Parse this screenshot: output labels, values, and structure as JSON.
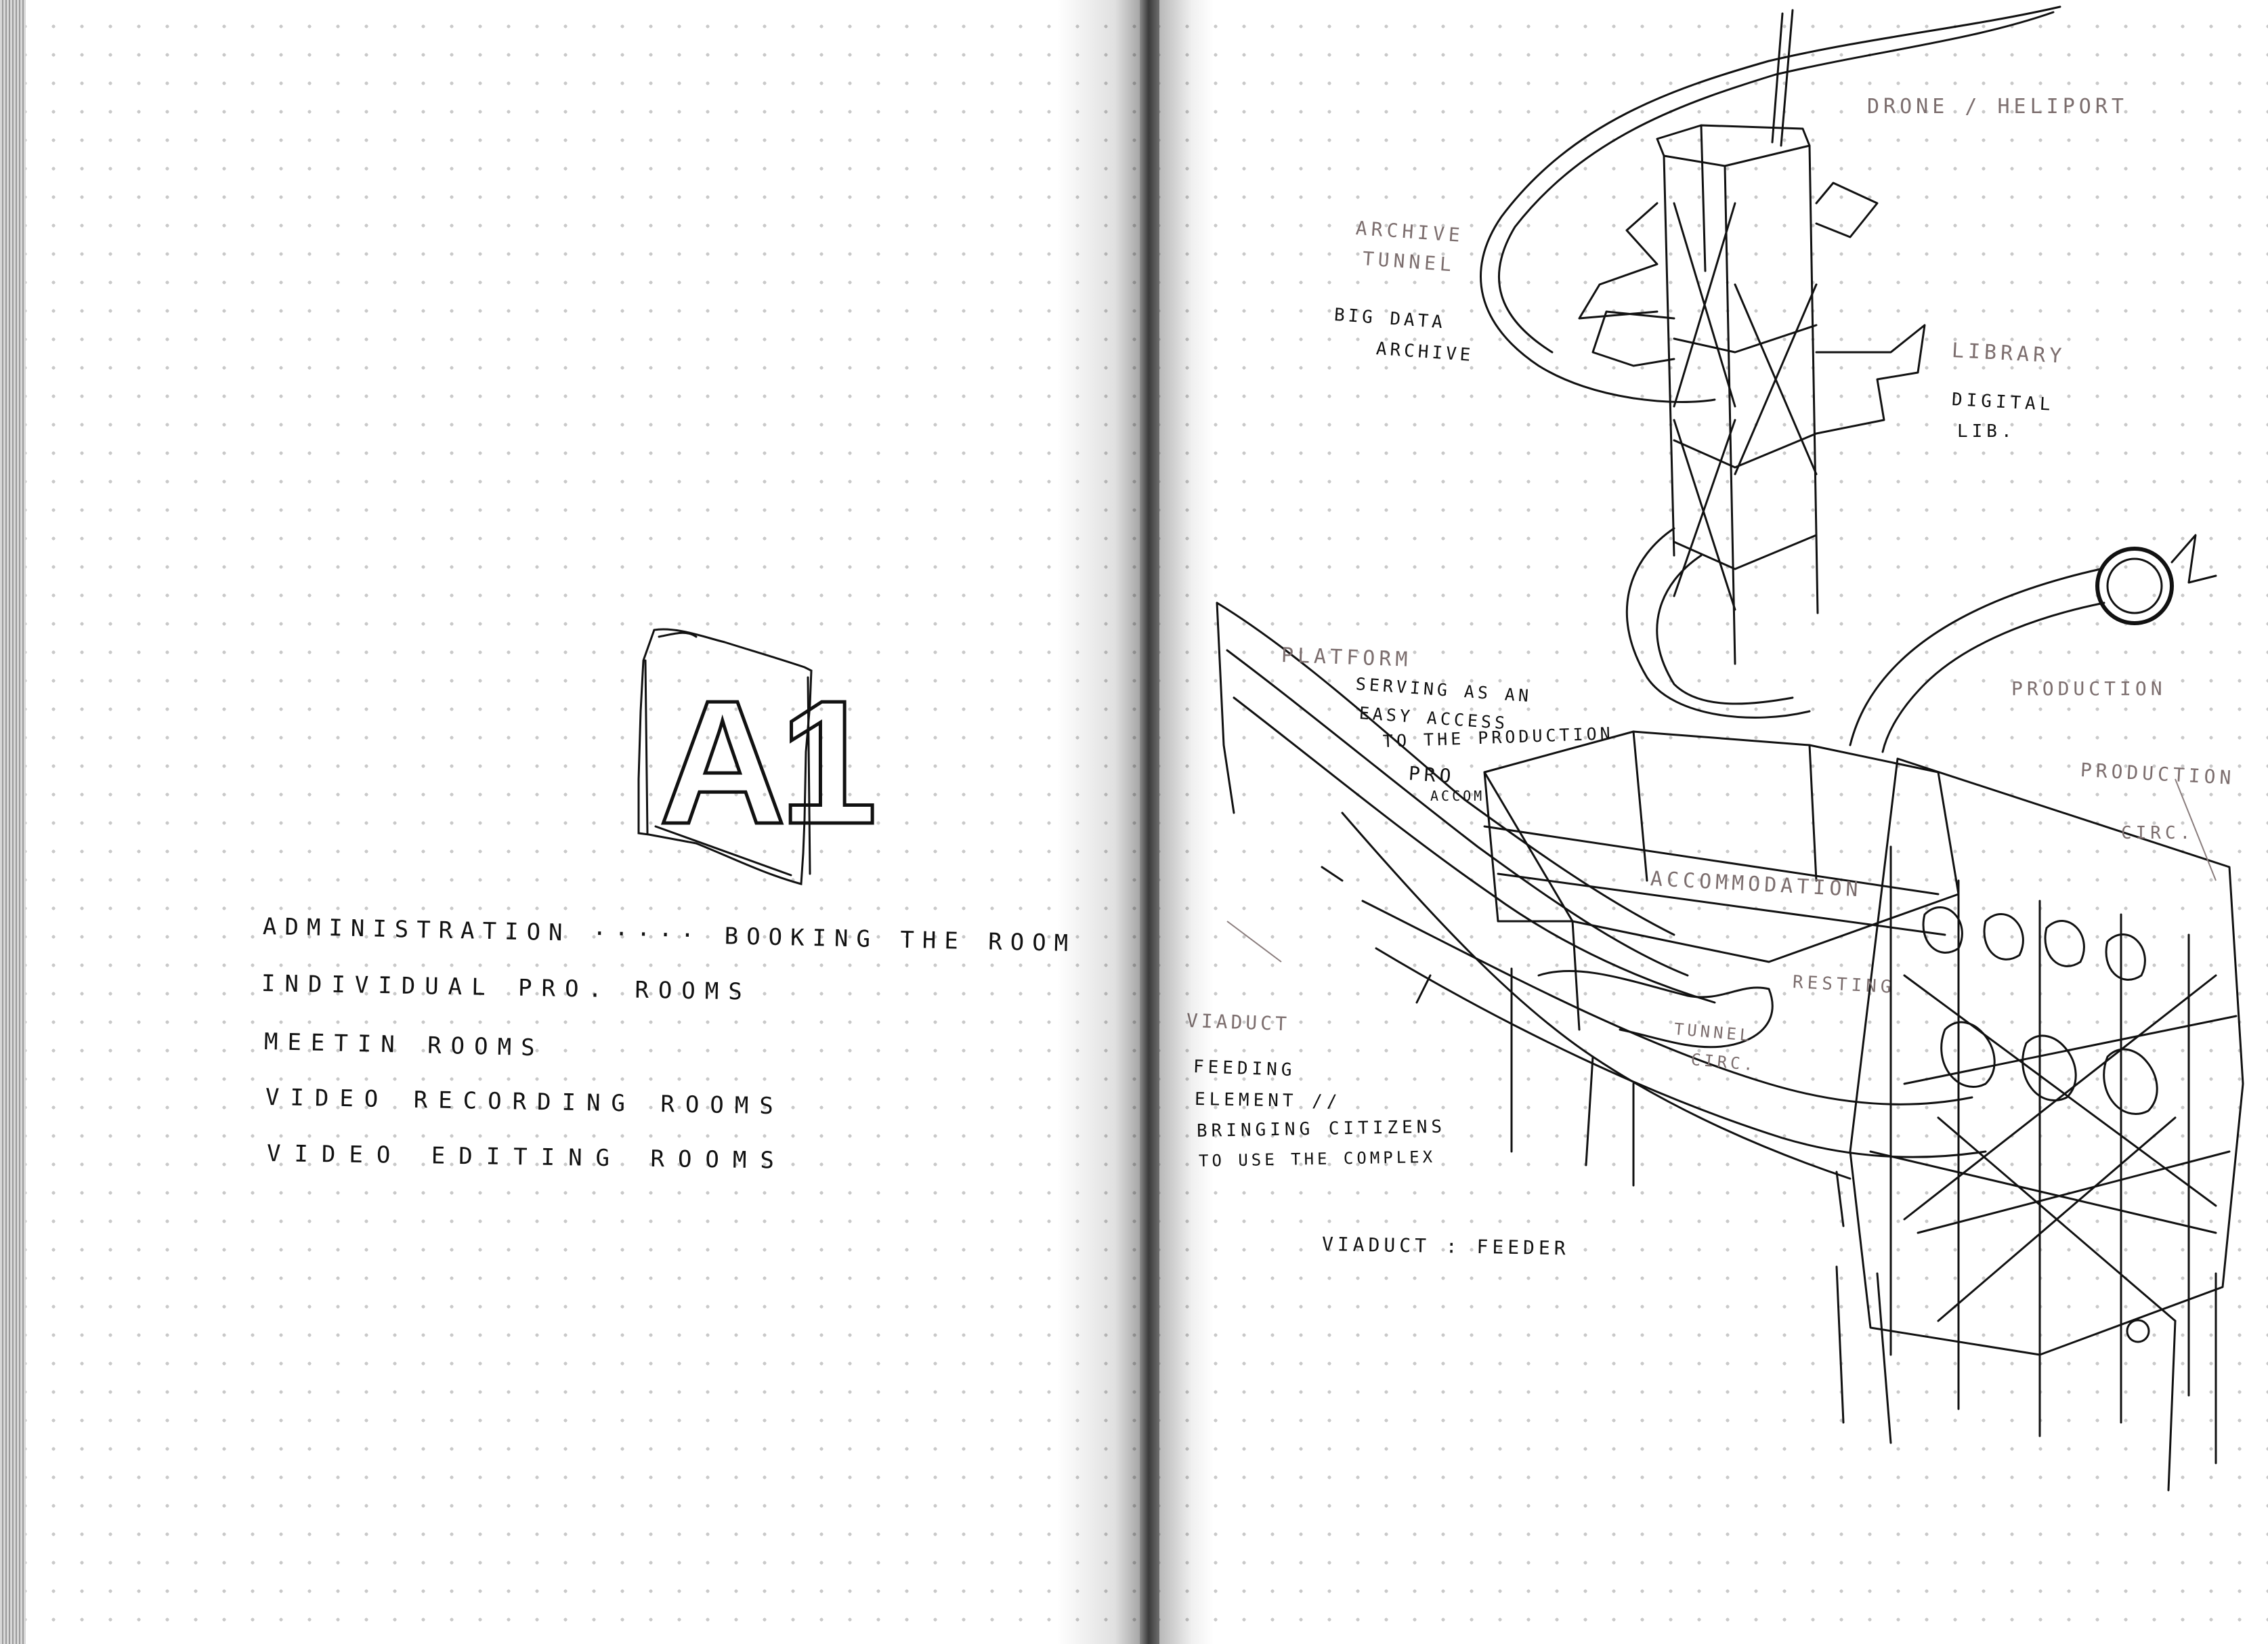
{
  "left_page": {
    "emblem_text": "A1",
    "notes": [
      "ADMINISTRATION ····· BOOKING THE ROOM",
      "INDIVIDUAL PRO. ROOMS",
      "MEETIN ROOMS",
      "VIDEO RECORDING ROOMS",
      "VIDEO EDITING ROOMS"
    ]
  },
  "right_page": {
    "labels": {
      "drone": "DRONE / HELIPORT",
      "archive_tunnel_1": "ARCHIVE",
      "archive_tunnel_2": "TUNNEL",
      "big_data_1": "BIG DATA",
      "big_data_2": "ARCHIVE",
      "library": "LIBRARY",
      "digital_lib_1": "DIGITAL",
      "digital_lib_2": "LIB.",
      "platform": "PLATFORM",
      "platform_desc_1": "SERVING AS AN",
      "platform_desc_2": "EASY ACCESS",
      "platform_desc_3": "TO THE PRODUCTION",
      "platform_desc_4": "PRO",
      "platform_desc_5": "ACCOM",
      "production_1": "PRODUCTION",
      "production_2": "PRODUCTION",
      "circ": "CIRC.",
      "accommodation": "ACCOMMODATION",
      "resting": "RESTING",
      "tunnel_circ_1": "TUNNEL",
      "tunnel_circ_2": "CIRC.",
      "viaduct": "VIADUCT",
      "feeding_1": "FEEDING",
      "feeding_2": "ELEMENT //",
      "feeding_3": "BRINGING CITIZENS",
      "feeding_4": "TO USE THE COMPLEX",
      "viaduct_feeder": "VIADUCT : FEEDER"
    }
  },
  "colors": {
    "ink": "#111111",
    "pencil_grey": "#7c6e6e",
    "paper": "#ffffff",
    "dot_grid": "#c9c9c9"
  }
}
